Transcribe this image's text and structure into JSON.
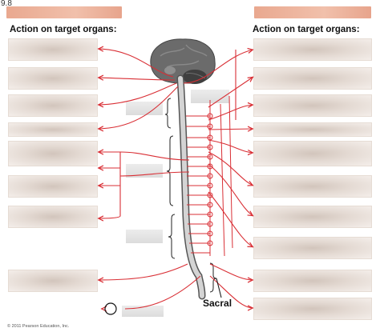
{
  "figure_number": "9.8",
  "left_header": {
    "title": "Action on target organs:"
  },
  "right_header": {
    "title": "Action on target organs:"
  },
  "labels": {
    "sacral": "Sacral"
  },
  "footer": {
    "copyright": "© 2011 Pearson Education, Inc."
  },
  "colors": {
    "nerve": "#d92f35",
    "header_bar": "#eeb39b",
    "answer_box": "#e8ddd6",
    "spinal_cord": "#c8c8c8",
    "brain": "#6b6b6b"
  },
  "answer_boxes": {
    "left_count": 8,
    "right_count": 10,
    "region_placeholders": 5
  }
}
